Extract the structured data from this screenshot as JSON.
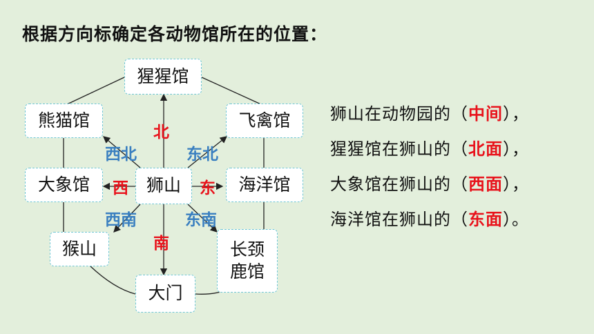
{
  "title": "根据方向标确定各动物馆所在的位置：",
  "boxes": {
    "orangutan": "猩猩馆",
    "panda": "熊猫馆",
    "aviary": "飞禽馆",
    "elephant": "大象馆",
    "lion": "狮山",
    "ocean": "海洋馆",
    "monkey": "猴山",
    "giraffe": "长颈\n鹿馆",
    "gate": "大门"
  },
  "directions": {
    "north": "北",
    "south": "南",
    "west": "西",
    "east": "东",
    "northwest": "西北",
    "northeast": "东北",
    "southwest": "西南",
    "southeast": "东南"
  },
  "answers": [
    {
      "pre": "狮山在动物园的（",
      "ans": "中间",
      "post": "），"
    },
    {
      "pre": "猩猩馆在狮山的（",
      "ans": "北面",
      "post": "），"
    },
    {
      "pre": "大象馆在狮山的（",
      "ans": "西面",
      "post": "），"
    },
    {
      "pre": "海洋馆在狮山的（",
      "ans": "东面",
      "post": "）。"
    }
  ],
  "colors": {
    "background": "#e3efdc",
    "main_direction": "#e8121b",
    "diagonal_direction": "#3a7fc0",
    "box_border": "#6ec6d3"
  }
}
